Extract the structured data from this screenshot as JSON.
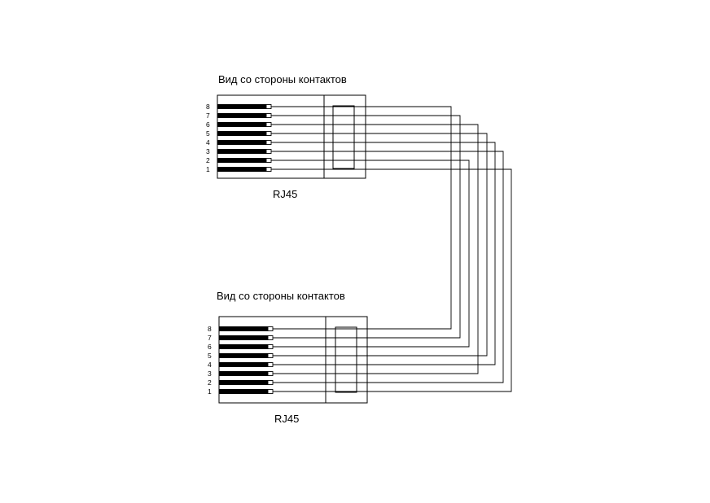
{
  "connectors": [
    {
      "title": "Вид со стороны контактов",
      "label": "RJ45",
      "pins": [
        "8",
        "7",
        "6",
        "5",
        "4",
        "3",
        "2",
        "1"
      ]
    },
    {
      "title": "Вид со стороны контактов",
      "label": "RJ45",
      "pins": [
        "8",
        "7",
        "6",
        "5",
        "4",
        "3",
        "2",
        "1"
      ]
    }
  ]
}
